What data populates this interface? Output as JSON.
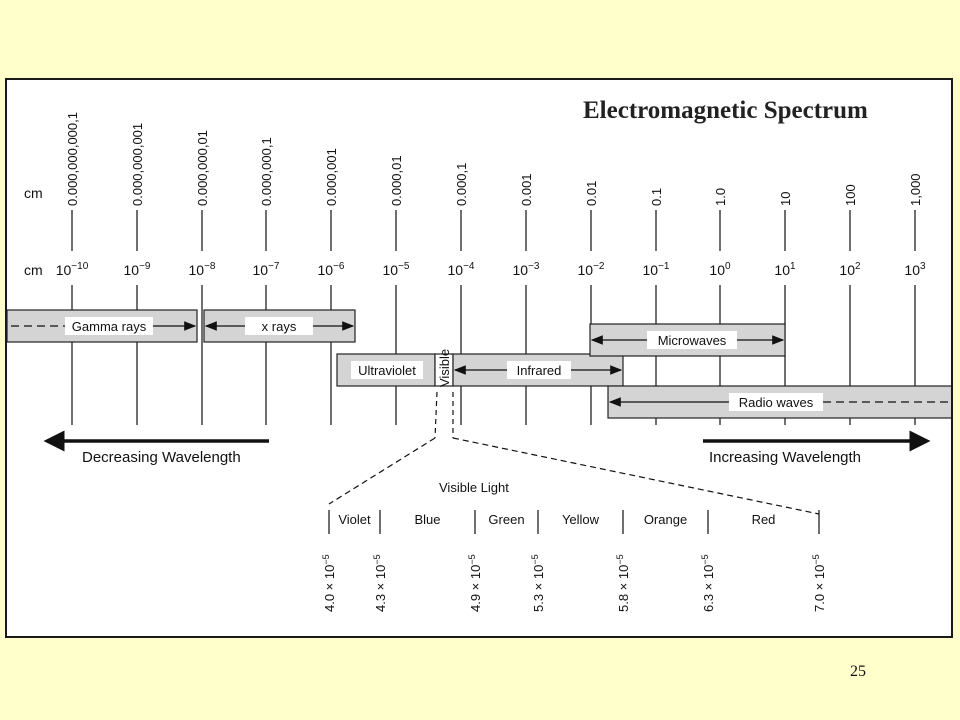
{
  "title": "Electromagnetic Spectrum",
  "units": {
    "decimal_row": "cm",
    "power_row": "cm"
  },
  "scale": [
    {
      "decimal": "0.000,000,000,1",
      "base": "10",
      "exp": "−10"
    },
    {
      "decimal": "0.000,000,001",
      "base": "10",
      "exp": "−9"
    },
    {
      "decimal": "0.000,000,01",
      "base": "10",
      "exp": "−8"
    },
    {
      "decimal": "0.000,000,1",
      "base": "10",
      "exp": "−7"
    },
    {
      "decimal": "0.000,001",
      "base": "10",
      "exp": "−6"
    },
    {
      "decimal": "0.000,01",
      "base": "10",
      "exp": "−5"
    },
    {
      "decimal": "0.000,1",
      "base": "10",
      "exp": "−4"
    },
    {
      "decimal": "0.001",
      "base": "10",
      "exp": "−3"
    },
    {
      "decimal": "0.01",
      "base": "10",
      "exp": "−2"
    },
    {
      "decimal": "0.1",
      "base": "10",
      "exp": "−1"
    },
    {
      "decimal": "1.0",
      "base": "10",
      "exp": "0"
    },
    {
      "decimal": "10",
      "base": "10",
      "exp": "1"
    },
    {
      "decimal": "100",
      "base": "10",
      "exp": "2"
    },
    {
      "decimal": "1,000",
      "base": "10",
      "exp": "3"
    }
  ],
  "bands": {
    "gamma": "Gamma rays",
    "xray": "x rays",
    "uv": "Ultraviolet",
    "visible": "Visible",
    "infrared": "Infrared",
    "microwaves": "Microwaves",
    "radio": "Radio waves"
  },
  "arrows": {
    "decreasing": "Decreasing Wavelength",
    "increasing": "Increasing Wavelength"
  },
  "visible_light": {
    "title": "Visible Light",
    "colors": [
      "Violet",
      "Blue",
      "Green",
      "Yellow",
      "Orange",
      "Red"
    ],
    "boundaries": [
      {
        "mant": "4.0 × 10",
        "exp": "−5"
      },
      {
        "mant": "4.3 × 10",
        "exp": "−5"
      },
      {
        "mant": "4.9 × 10",
        "exp": "−5"
      },
      {
        "mant": "5.3 × 10",
        "exp": "−5"
      },
      {
        "mant": "5.8 × 10",
        "exp": "−5"
      },
      {
        "mant": "6.3 × 10",
        "exp": "−5"
      },
      {
        "mant": "7.0 × 10",
        "exp": "−5"
      }
    ]
  },
  "colors": {
    "page_background": "#FFFFCC",
    "band_fill": "#d4d4d4"
  },
  "page_number": "25"
}
